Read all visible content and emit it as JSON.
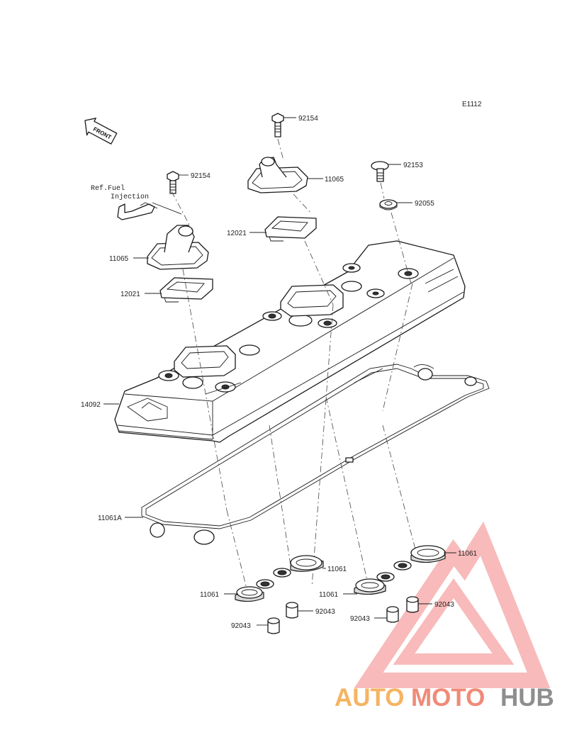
{
  "diagram_code": "E1112",
  "front_label": "FRONT",
  "reference": {
    "line1": "Ref.Fuel",
    "line2": "Injection"
  },
  "labels": {
    "bolt_top": "92154",
    "bolt_left": "92154",
    "breather_right": "11065",
    "breather_left": "11065",
    "plate_right": "12021",
    "plate_left": "12021",
    "bolt_92153": "92153",
    "washer_92055": "92055",
    "cover": "14092",
    "gasket_main": "11061A",
    "gasket_a": "11061",
    "gasket_b": "11061",
    "gasket_c": "11061",
    "gasket_d": "11061",
    "dowel_a": "92043",
    "dowel_b": "92043",
    "dowel_c": "92043",
    "dowel_d": "92043"
  },
  "watermark": {
    "part1": "AUTO",
    "part2": "MOTO",
    "part3": "HUB",
    "colors": {
      "auto": "#f5b462",
      "moto": "#f08a78",
      "hub": "#8e8e8e",
      "logo": "#f6a4a4"
    }
  }
}
